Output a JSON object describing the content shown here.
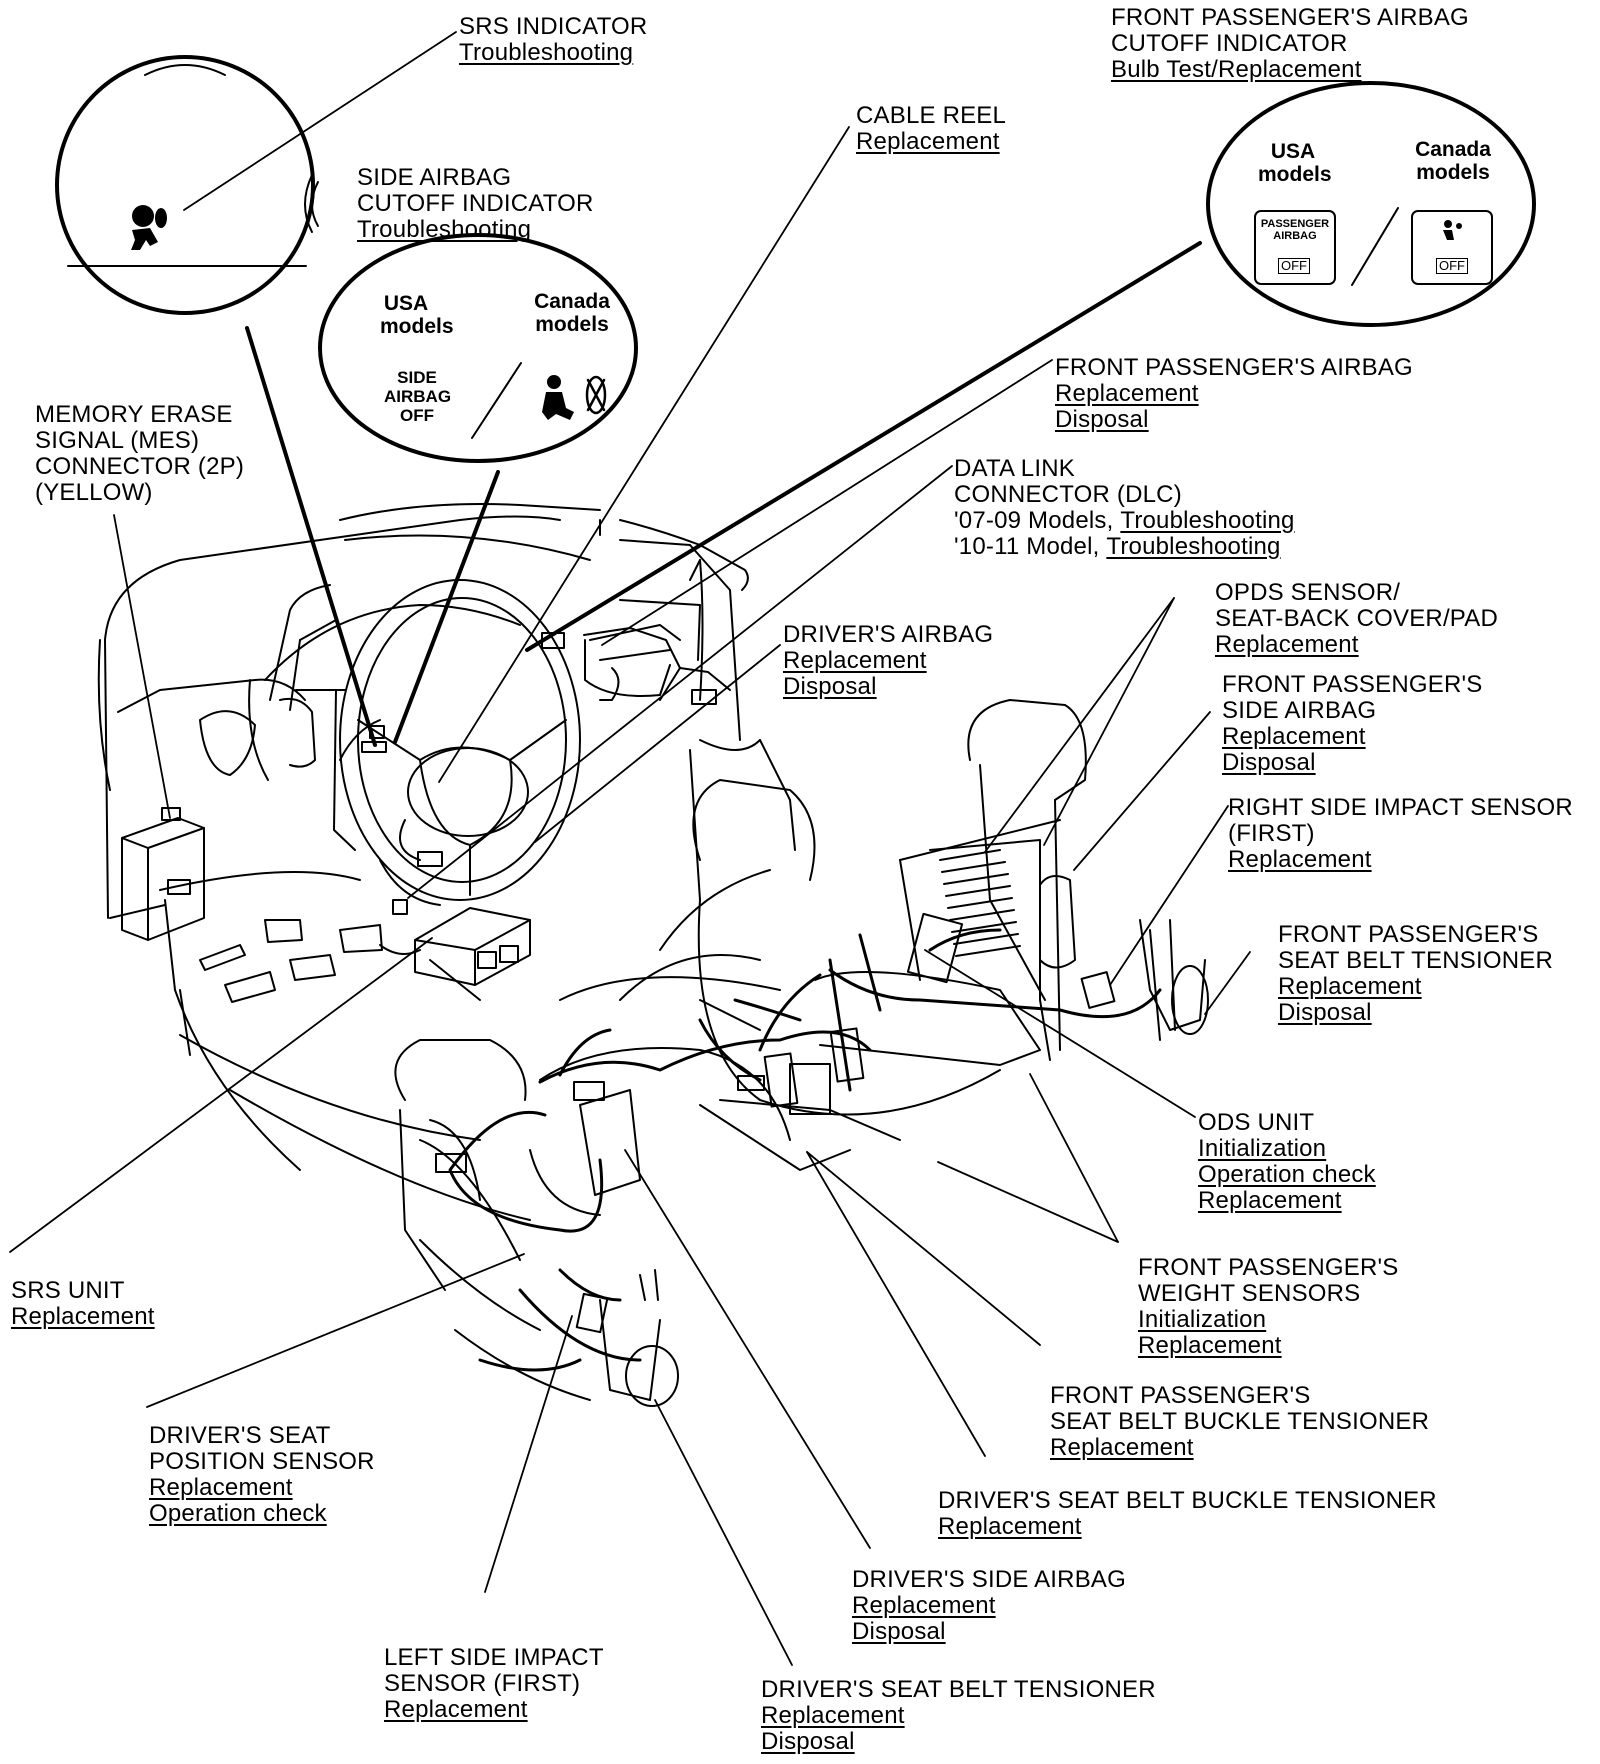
{
  "callouts": {
    "srs_indicator": {
      "title": [
        "SRS INDICATOR"
      ],
      "links": [
        "Troubleshooting"
      ]
    },
    "side_airbag_cutoff": {
      "title": [
        "SIDE AIRBAG",
        "CUTOFF INDICATOR"
      ],
      "links": [
        "Troubleshooting"
      ]
    },
    "cable_reel": {
      "title": [
        "CABLE REEL"
      ],
      "links": [
        "Replacement"
      ]
    },
    "front_passenger_cutoff": {
      "title": [
        "FRONT PASSENGER'S AIRBAG",
        "CUTOFF INDICATOR"
      ],
      "links": [
        "Bulb Test/Replacement"
      ]
    },
    "front_passenger_airbag": {
      "title": [
        "FRONT PASSENGER'S AIRBAG"
      ],
      "links": [
        "Replacement",
        "Disposal"
      ]
    },
    "mes_connector": {
      "title": [
        "MEMORY ERASE",
        "SIGNAL (MES)",
        "CONNECTOR (2P)",
        "(YELLOW)"
      ],
      "links": []
    },
    "dlc": {
      "title": [
        "DATA LINK",
        "CONNECTOR (DLC)"
      ],
      "rows": [
        {
          "prefix": "'07-09 Models, ",
          "link": "Troubleshooting"
        },
        {
          "prefix": "'10-11 Model, ",
          "link": "Troubleshooting"
        }
      ]
    },
    "drivers_airbag": {
      "title": [
        "DRIVER'S AIRBAG"
      ],
      "links": [
        "Replacement",
        "Disposal"
      ]
    },
    "opds_sensor": {
      "title": [
        "OPDS SENSOR/",
        "SEAT-BACK COVER/PAD"
      ],
      "links": [
        "Replacement"
      ]
    },
    "front_passenger_side_airbag": {
      "title": [
        "FRONT PASSENGER'S",
        "SIDE AIRBAG"
      ],
      "links": [
        "Replacement",
        "Disposal"
      ]
    },
    "right_side_impact": {
      "title": [
        "RIGHT SIDE IMPACT SENSOR",
        "(FIRST)"
      ],
      "links": [
        "Replacement"
      ]
    },
    "front_passenger_belt_tensioner": {
      "title": [
        "FRONT PASSENGER'S",
        "SEAT BELT TENSIONER"
      ],
      "links": [
        "Replacement",
        "Disposal"
      ]
    },
    "ods_unit": {
      "title": [
        "ODS UNIT"
      ],
      "links": [
        "Initialization",
        "Operation check",
        "Replacement"
      ]
    },
    "weight_sensors": {
      "title": [
        "FRONT PASSENGER'S",
        "WEIGHT SENSORS"
      ],
      "links": [
        "Initialization",
        "Replacement"
      ]
    },
    "srs_unit": {
      "title": [
        "SRS UNIT"
      ],
      "links": [
        "Replacement"
      ]
    },
    "buckle_tensioner_passenger": {
      "title": [
        "FRONT PASSENGER'S",
        "SEAT BELT BUCKLE TENSIONER"
      ],
      "links": [
        "Replacement"
      ]
    },
    "driver_seat_position": {
      "title": [
        "DRIVER'S SEAT",
        "POSITION SENSOR"
      ],
      "links": [
        "Replacement",
        "Operation check"
      ]
    },
    "driver_buckle_tensioner": {
      "title": [
        "DRIVER'S SEAT BELT BUCKLE TENSIONER"
      ],
      "links": [
        "Replacement"
      ]
    },
    "drivers_side_airbag": {
      "title": [
        "DRIVER'S SIDE AIRBAG"
      ],
      "links": [
        "Replacement",
        "Disposal"
      ]
    },
    "left_side_impact": {
      "title": [
        "LEFT SIDE IMPACT",
        "SENSOR (FIRST)"
      ],
      "links": [
        "Replacement"
      ]
    },
    "driver_belt_tensioner": {
      "title": [
        "DRIVER'S SEAT BELT TENSIONER"
      ],
      "links": [
        "Replacement",
        "Disposal"
      ]
    }
  },
  "insets": {
    "side_cutoff": {
      "usa": "USA\nmodels",
      "canada": "Canada\nmodels",
      "usa_text": "SIDE\nAIRBAG\nOFF"
    },
    "passenger_cutoff": {
      "usa": "USA\nmodels",
      "canada": "Canada\nmodels",
      "usa_lamp": "PASSENGER\nAIRBAG",
      "off": "OFF"
    }
  }
}
